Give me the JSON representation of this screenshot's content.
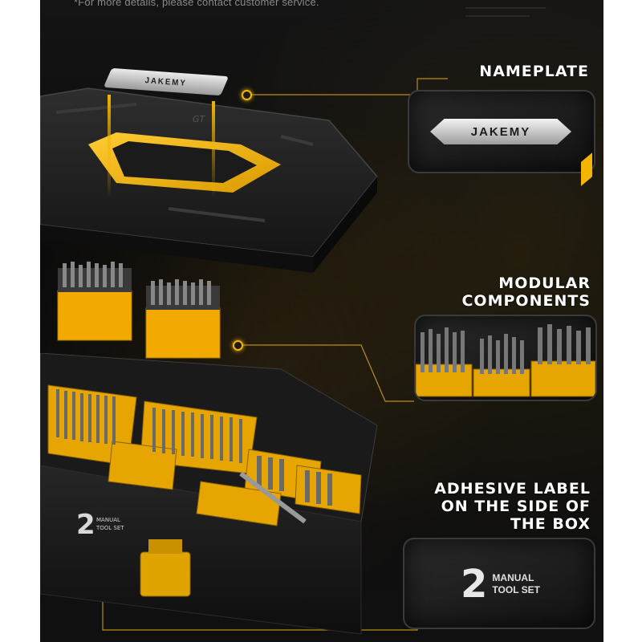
{
  "disclaimer": "*For more details, please contact customer service.",
  "callouts": {
    "nameplate": [
      "NAMEPLATE"
    ],
    "modular": [
      "MODULAR",
      "COMPONENTS"
    ],
    "label": [
      "ADHESIVE LABEL",
      "ON THE SIDE OF",
      "THE BOX"
    ]
  },
  "brand": {
    "name": "JAKEMY",
    "number": "2",
    "label_line1": "MANUAL",
    "label_line2": "TOOL SET",
    "lid_mark": "GT"
  },
  "colors": {
    "accent": "#f4b400",
    "case": "#1c1c1c",
    "background": "#0d0d0d"
  }
}
